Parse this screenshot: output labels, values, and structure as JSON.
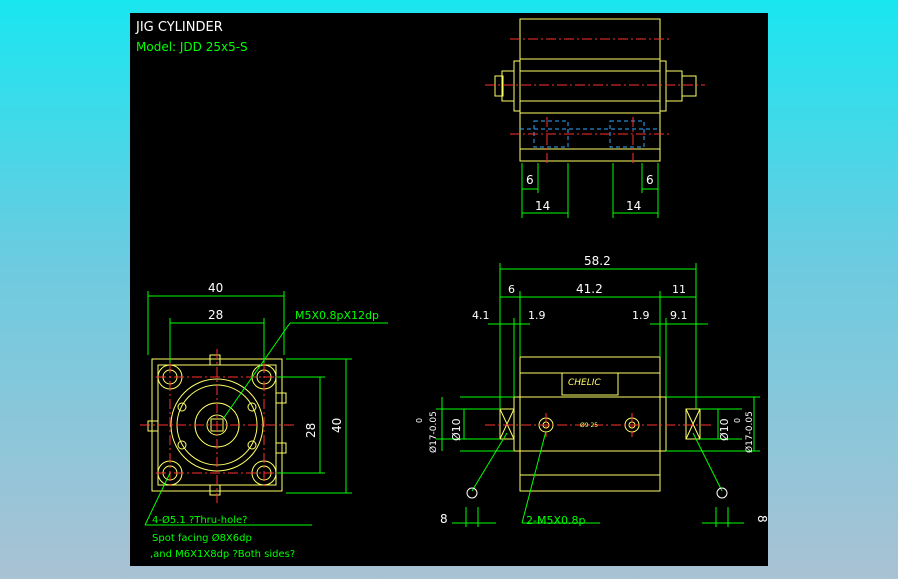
{
  "header": {
    "title": "JIG CYLINDER",
    "model": "Model:  JDD 25x5-S"
  },
  "colors": {
    "background": "#000000",
    "outline": "#ffff66",
    "dimension": "#00ff00",
    "centerline": "#ff3030",
    "hidden": "#33aaff",
    "text_white": "#ffffff"
  },
  "top_view": {
    "dims": {
      "left_small": "6",
      "left_big": "14",
      "right_small": "6",
      "right_big": "14"
    }
  },
  "front_view": {
    "dims": {
      "width_40": "40",
      "width_28": "28",
      "height_28": "28",
      "height_40": "40",
      "thread_label": "M5X0.8pX12dp"
    },
    "notes": {
      "line1": "4-Ø5.1 ?Thru-hole?",
      "line2": "Spot facing  Ø8X6dp",
      "line3": ",and M6X1X8dp ?Both sides?"
    }
  },
  "side_view": {
    "dims": {
      "overall": "58.2",
      "d6": "6",
      "d41_2": "41.2",
      "d11": "11",
      "d4_1": "4.1",
      "d1_9_left": "1.9",
      "d1_9_right": "1.9",
      "d9_1": "9.1",
      "dia10_left": "Ø10",
      "dia17_left": "Ø17-0.05",
      "tol_left": "0",
      "dia10_right": "Ø10",
      "dia17_right": "Ø17-0.05",
      "tol_right": "0",
      "d8_left": "8",
      "d8_right": "8",
      "port_label": "2-M5X0.8p"
    },
    "brand": "CHELIC",
    "small_label": "Ø9 25"
  }
}
